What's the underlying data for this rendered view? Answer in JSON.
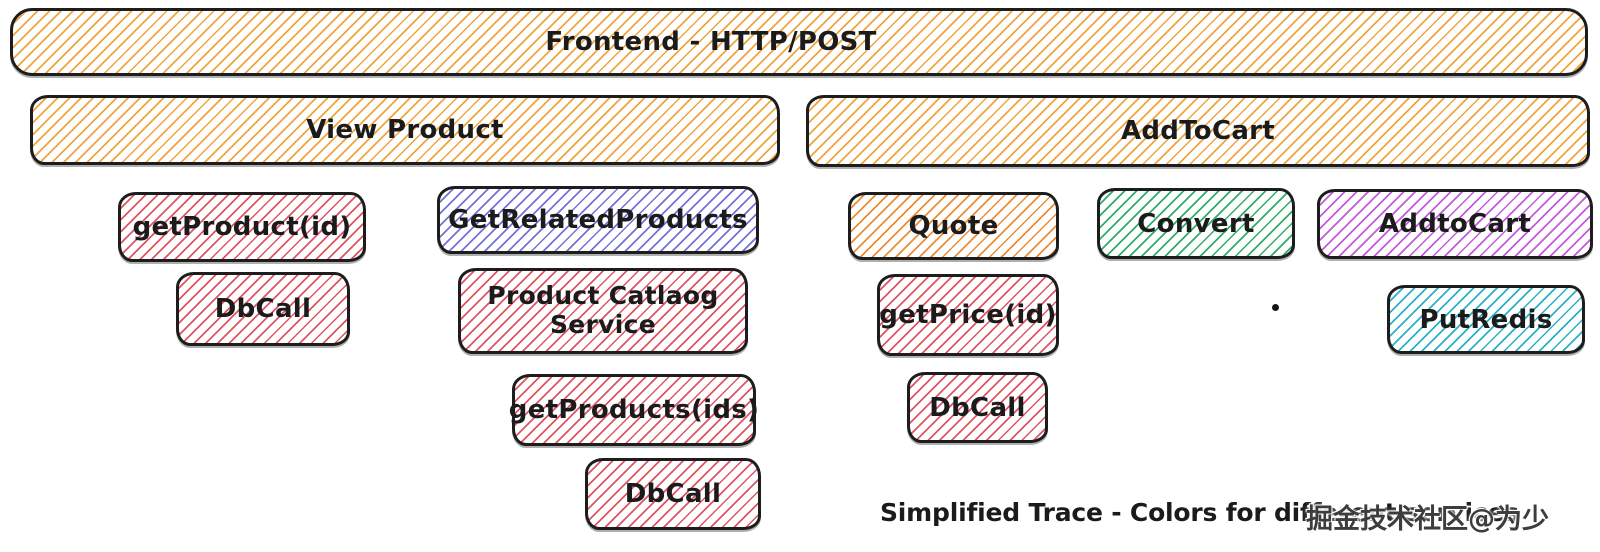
{
  "palette": {
    "yellow": "#f0a43d",
    "red": "#e05462",
    "indigo": "#7273d6",
    "orange": "#ec8d33",
    "green": "#2fae66",
    "purple": "#c35bdc",
    "cyan": "#27b2c8",
    "outline": "#1d1d1d",
    "background": "#ffffff"
  },
  "nodes": {
    "frontend": {
      "label": "Frontend - HTTP/POST",
      "color": "#f0a43d"
    },
    "view_product": {
      "label": "View Product",
      "color": "#f0a43d"
    },
    "add_to_cart_group": {
      "label": "AddToCart",
      "color": "#f0a43d"
    },
    "get_product": {
      "label": "getProduct(id)",
      "color": "#e05462"
    },
    "get_related_products": {
      "label": "GetRelatedProducts",
      "color": "#7273d6"
    },
    "db_call_1": {
      "label": "DbCall",
      "color": "#e05462"
    },
    "product_catalog_service": {
      "label": "Product Catlaog Service",
      "color": "#e05462"
    },
    "get_products": {
      "label": "getProducts(ids)",
      "color": "#e05462"
    },
    "db_call_2": {
      "label": "DbCall",
      "color": "#e05462"
    },
    "quote": {
      "label": "Quote",
      "color": "#ec8d33"
    },
    "get_price": {
      "label": "getPrice(id)",
      "color": "#e05462"
    },
    "db_call_3": {
      "label": "DbCall",
      "color": "#e05462"
    },
    "convert": {
      "label": "Convert",
      "color": "#2fae66"
    },
    "add_to_cart_span": {
      "label": "AddtoCart",
      "color": "#c35bdc"
    },
    "put_redis": {
      "label": "PutRedis",
      "color": "#27b2c8"
    }
  },
  "caption": {
    "text": "Simplified Trace - Colors for different services"
  },
  "watermark": {
    "text": "掘金技术社区@为少"
  }
}
